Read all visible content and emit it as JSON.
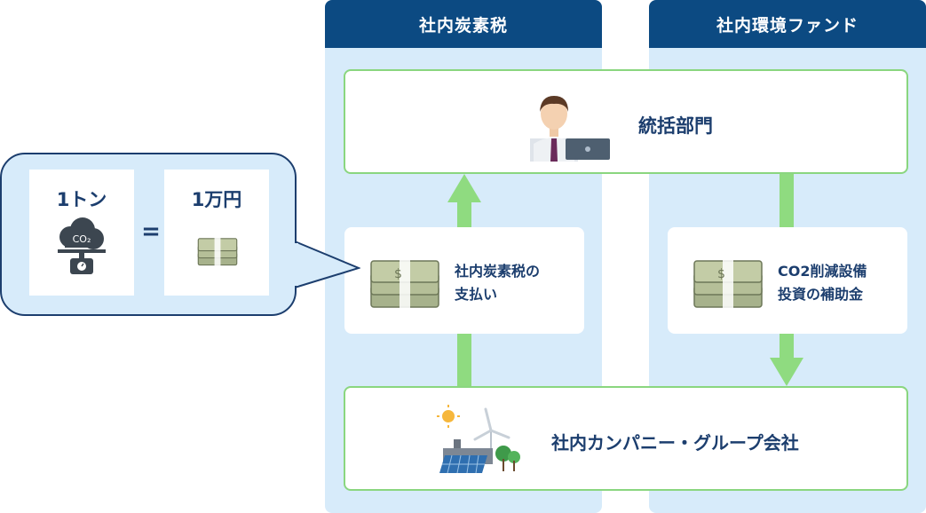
{
  "columns": {
    "left_title": "社内炭素税",
    "right_title": "社内環境ファンド"
  },
  "nodes": {
    "top": "統括部門",
    "left_card_line1": "社内炭素税の",
    "left_card_line2": "支払い",
    "right_card_line1": "CO2削減設備",
    "right_card_line2": "投資の補助金",
    "bottom": "社内カンパニー・グループ会社"
  },
  "callout": {
    "left_title": "1トン",
    "co2_label": "CO₂",
    "equals": "=",
    "right_title": "1万円"
  },
  "colors": {
    "header_blue": "#0c4a82",
    "column_bg": "#d7ebfa",
    "arrow_green": "#8fdb80",
    "text_navy": "#1c3e6e"
  }
}
